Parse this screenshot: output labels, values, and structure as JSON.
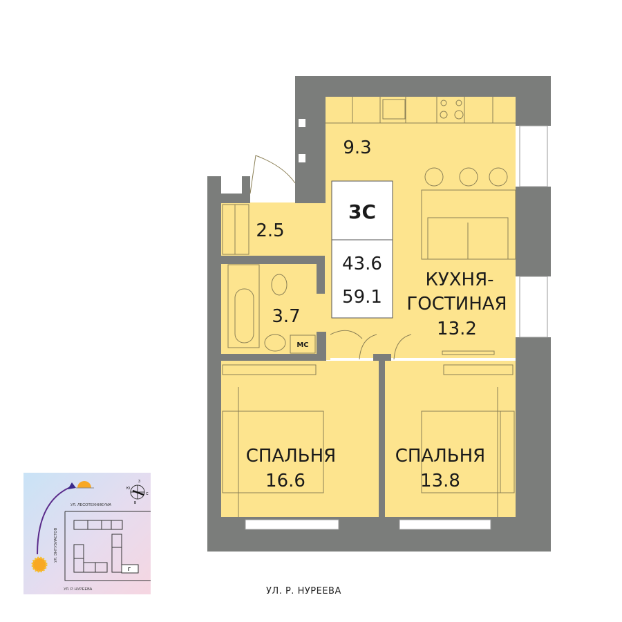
{
  "apartment": {
    "type_code": "3С",
    "living_area": "43.6",
    "total_area": "59.1"
  },
  "rooms": {
    "kitchen": {
      "area": "9.3"
    },
    "hall": {
      "area": "2.5"
    },
    "bathroom": {
      "area": "3.7",
      "utility_label": "МС"
    },
    "living": {
      "name_line1": "КУХНЯ-",
      "name_line2": "ГОСТИНАЯ",
      "area": "13.2"
    },
    "bedroom_left": {
      "name": "СПАЛЬНЯ",
      "area": "16.6"
    },
    "bedroom_right": {
      "name": "СПАЛЬНЯ",
      "area": "13.8"
    }
  },
  "street_bottom": "УЛ. Р. НУРЕЕВА",
  "site_map": {
    "street_top": "УЛ. ЛЕСОТЕХНИКУМА",
    "street_left": "УЛ. ЭНТУЗИАСТОВ",
    "street_bottom": "УЛ. Р. НУРЕЕВА",
    "section_label": "Г",
    "compass": {
      "n": "З",
      "e": "С",
      "s": "В",
      "w": "Ю"
    }
  },
  "colors": {
    "wall": "#7b7d7b",
    "floor": "#fde48e",
    "line": "#8a7f55"
  }
}
